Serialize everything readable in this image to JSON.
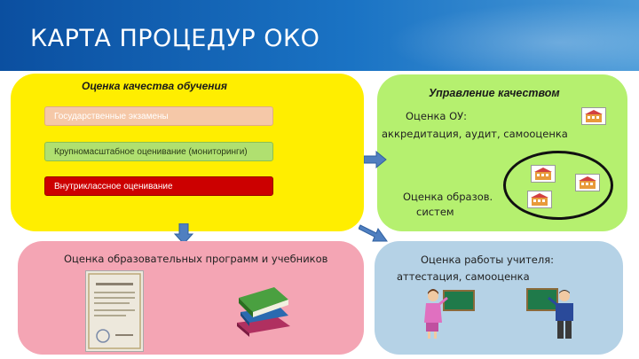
{
  "header": {
    "title": "КАРТА ПРОЦЕДУР ОКО",
    "color": "#1a73c4"
  },
  "quality_of_learning": {
    "heading": "Оценка качества обучения",
    "color": "#ffee00",
    "items": [
      {
        "label": "Государственные экзамены",
        "color": "#f5c8a8"
      },
      {
        "label": "Крупномасштабное оценивание (мониторинги)",
        "color": "#b0e070"
      },
      {
        "label": "Внутриклассное оценивание",
        "color": "#cc0000"
      }
    ]
  },
  "quality_management": {
    "heading": "Управление качеством",
    "color": "#b5f06f",
    "ou_line1": "Оценка ОУ:",
    "ou_line2": "аккредитация, аудит, самооценка",
    "systems_line1": "Оценка образов.",
    "systems_line2": "систем"
  },
  "programs": {
    "text": "Оценка образовательных программ и учебников",
    "color": "#f4a5b4"
  },
  "teachers": {
    "line1": "Оценка работы учителя:",
    "line2": "аттестация, самооценка",
    "color": "#b5d2e6"
  },
  "icons": {
    "school": "school-building-icon",
    "certificate": "certificate-icon",
    "books": "books-icon",
    "teacher_female": "female-teacher-icon",
    "teacher_male": "male-teacher-icon",
    "arrow": "arrow-icon"
  }
}
